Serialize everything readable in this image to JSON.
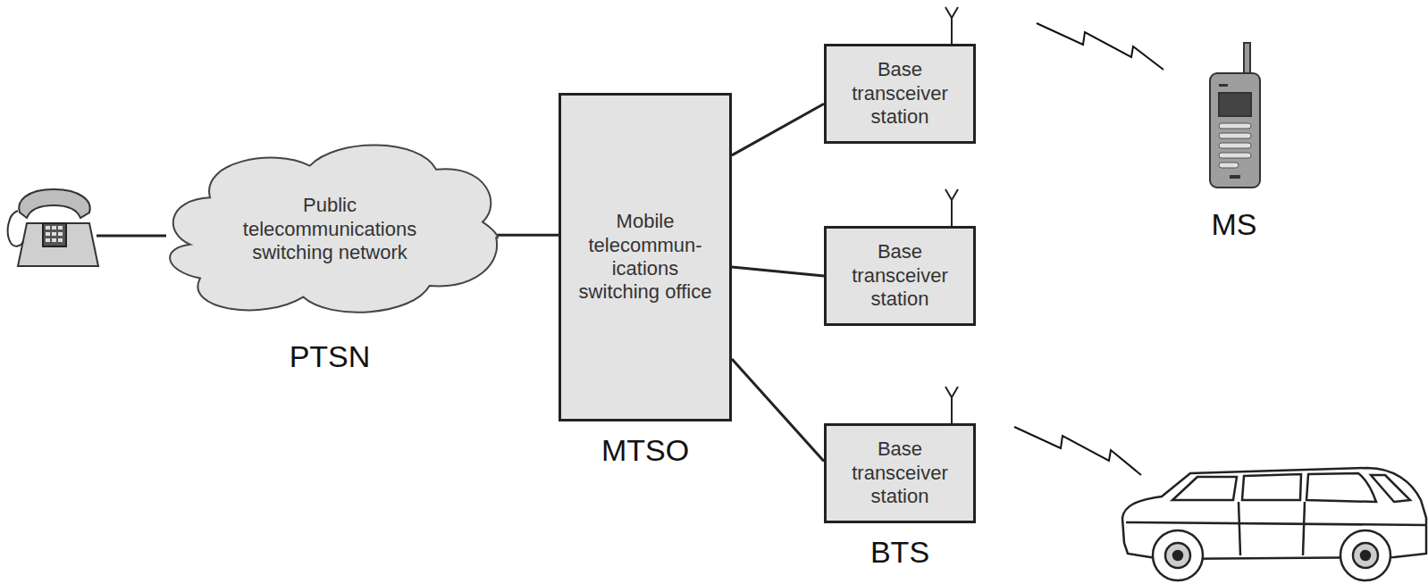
{
  "diagram": {
    "nodes": [
      {
        "text": [
          "Public telecommunications switching network",
          "PTSN"
        ]
      },
      {
        "text": [
          "Mobile telecommun- ications switching office",
          "MTSO"
        ]
      },
      {
        "text": [
          "Base transceiver station"
        ]
      },
      {
        "text": [
          "Base transceiver station"
        ]
      },
      {
        "text": [
          "Base transceiver station",
          "BTS"
        ]
      }
    ],
    "edges": [
      {
        "from": 0,
        "to": 1,
        "arrow": "none"
      },
      {
        "from": 1,
        "to": 2,
        "arrow": "none"
      },
      {
        "from": 1,
        "to": 3,
        "arrow": "none"
      },
      {
        "from": 1,
        "to": 4,
        "arrow": "none"
      }
    ],
    "labels": [
      "MS"
    ]
  }
}
